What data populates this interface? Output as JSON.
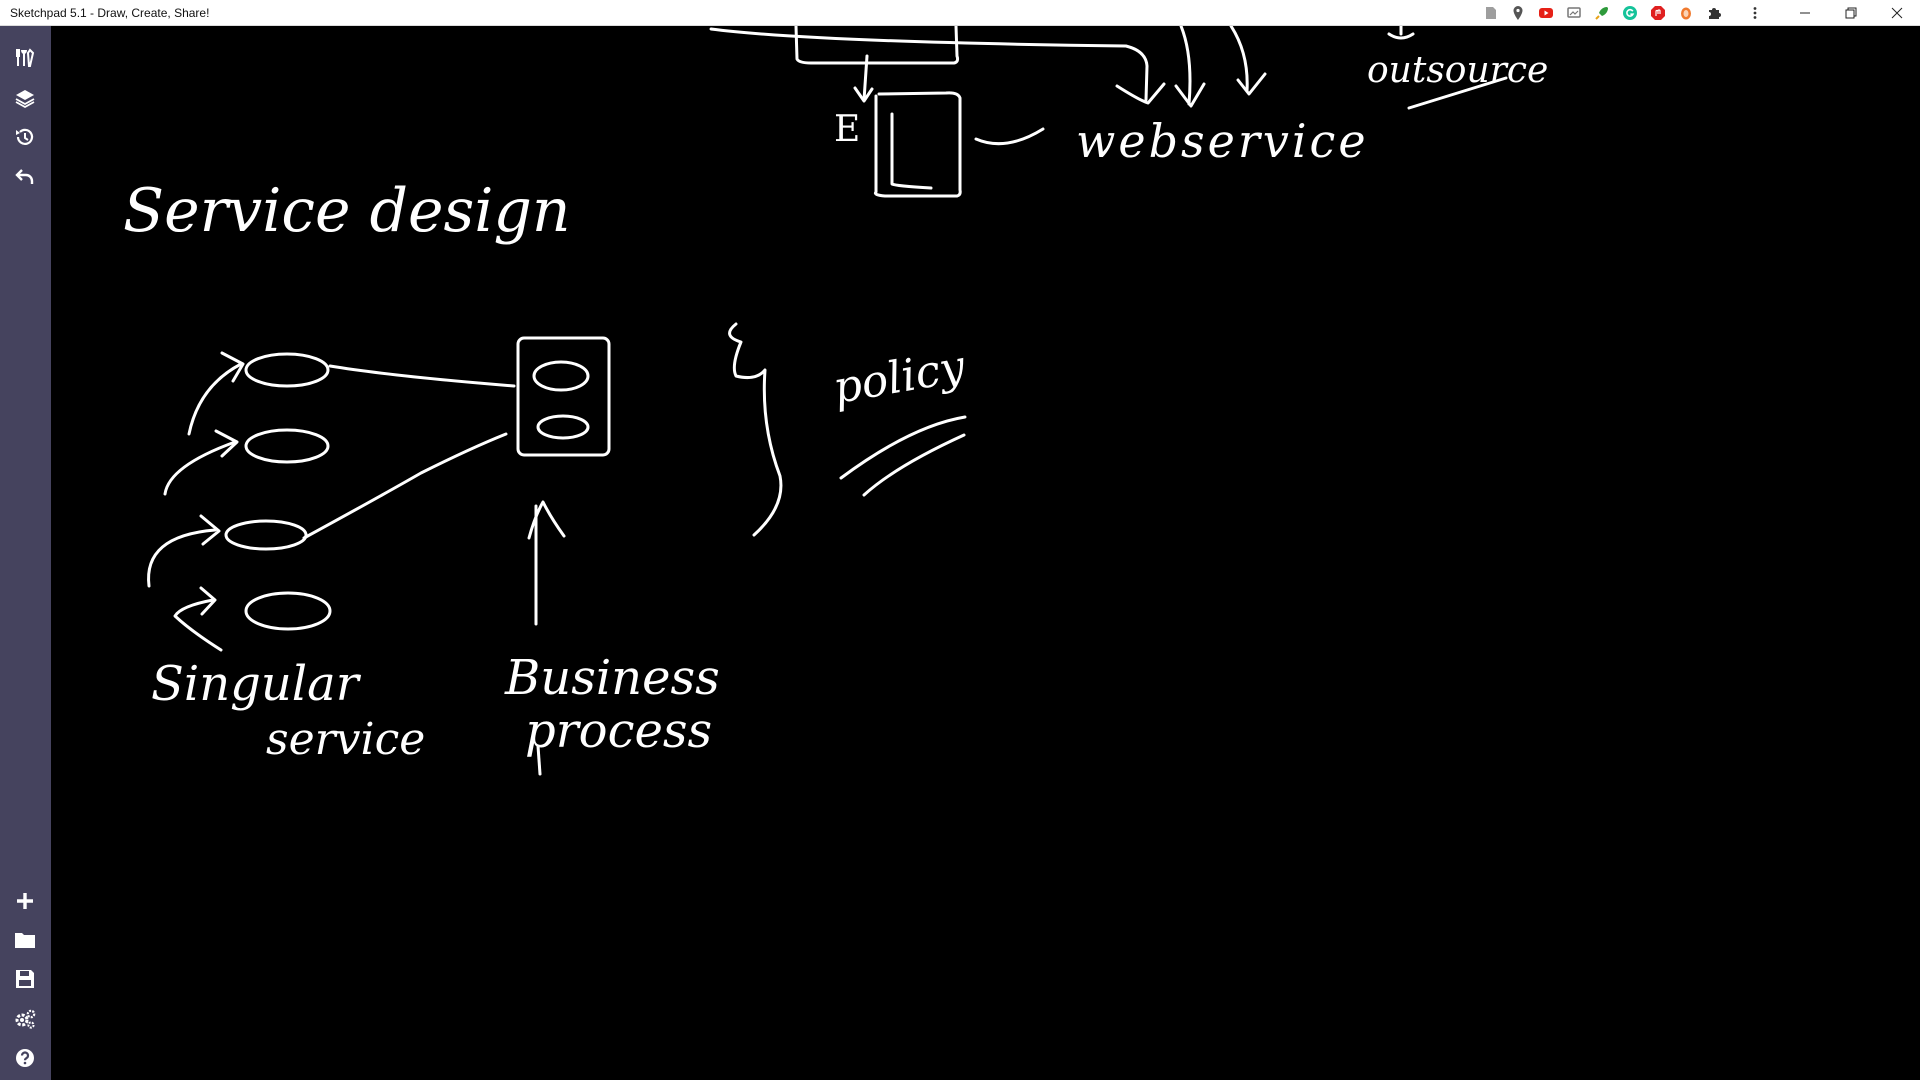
{
  "window": {
    "title": "Sketchpad 5.1 - Draw, Create, Share!",
    "minimize_glyph": "—",
    "restore_glyph": "❐",
    "close_glyph": "✕"
  },
  "extensions": [
    {
      "name": "page-icon",
      "color": "#9e9e9e"
    },
    {
      "name": "location-pin-icon",
      "color": "#555555"
    },
    {
      "name": "youtube-icon",
      "color": "#e62117"
    },
    {
      "name": "screen-capture-icon",
      "color": "#777777"
    },
    {
      "name": "rocket-icon",
      "color": "#2e9a3b"
    },
    {
      "name": "grammarly-icon",
      "color": "#15c39a"
    },
    {
      "name": "adblock-icon",
      "color": "#e02020"
    },
    {
      "name": "honey-icon",
      "color": "#f07a2e"
    },
    {
      "name": "puzzle-icon",
      "color": "#333333"
    },
    {
      "name": "kebab-menu-icon",
      "color": "#333333"
    }
  ],
  "sidebar": {
    "background": "#45435e",
    "top_tools": [
      "tools-icon",
      "layers-icon",
      "history-icon",
      "undo-icon"
    ],
    "bottom_tools": [
      "add-icon",
      "folder-icon",
      "save-icon",
      "settings-icon",
      "help-icon"
    ]
  },
  "canvas": {
    "background": "#000000",
    "ink_color": "#ffffff",
    "notes": {
      "heading": "Service design",
      "webservice": "webservice",
      "outsource": "outsource",
      "e_label": "E",
      "policy": "policy",
      "singular_line1": "Singular",
      "singular_line2": "service",
      "business_line1": "Business",
      "business_line2": "process"
    }
  }
}
